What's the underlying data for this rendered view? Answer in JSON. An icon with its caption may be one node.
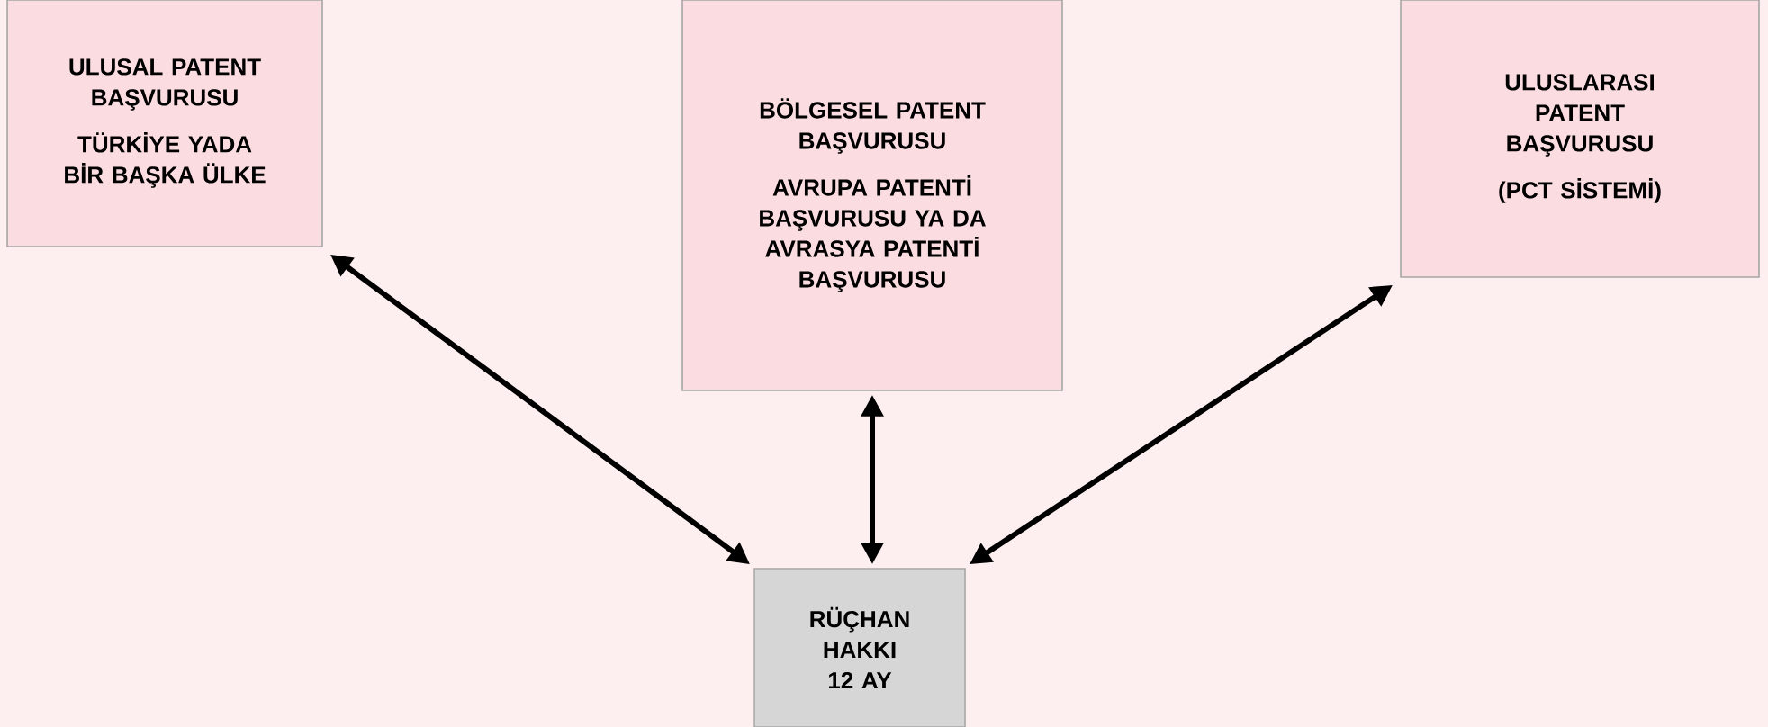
{
  "diagram": {
    "nodes": [
      {
        "text": [
          "ULUSAL PATENT BAŞVURUSU",
          "TÜRKİYE YADA BİR BAŞKA ÜLKE"
        ]
      },
      {
        "text": [
          "BÖLGESEL PATENT BAŞVURUSU",
          "AVRUPA PATENTİ BAŞVURUSU YA DA AVRASYA PATENTİ BAŞVURUSU"
        ]
      },
      {
        "text": [
          "ULUSLARASI PATENT BAŞVURUSU",
          "(PCT SİSTEMİ)"
        ]
      },
      {
        "text": [
          "RÜÇHAN HAKKI 12 AY"
        ]
      }
    ],
    "edges": [
      {
        "from": 3,
        "to": 0,
        "arrow": "both"
      },
      {
        "from": 3,
        "to": 1,
        "arrow": "both"
      },
      {
        "from": 3,
        "to": 2,
        "arrow": "both"
      }
    ]
  }
}
